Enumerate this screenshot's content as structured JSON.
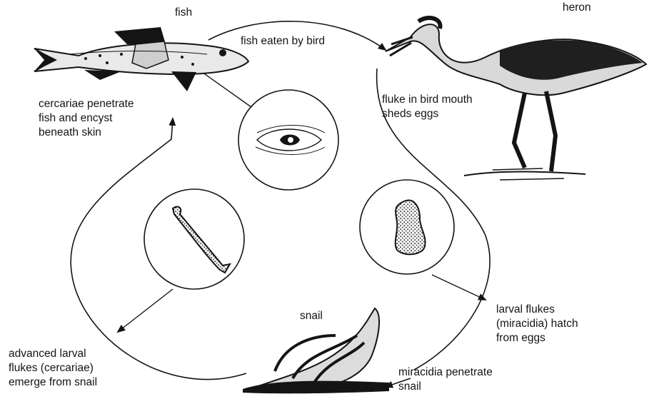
{
  "labels": {
    "fish": "fish",
    "heron": "heron",
    "snail": "snail",
    "fish_eaten": "fish eaten by bird",
    "fluke_mouth": [
      "fluke in bird mouth",
      "sheds eggs"
    ],
    "cercariae_penetrate": [
      "cercariae penetrate",
      "fish and encyst",
      "beneath skin"
    ],
    "larval_hatch": [
      "larval flukes",
      "(miracidia) hatch",
      "from eggs"
    ],
    "advanced_larval": [
      "advanced larval",
      "flukes (cercariae)",
      "emerge from snail"
    ],
    "miracidia_penetrate": [
      "miracidia penetrate",
      "snail"
    ]
  },
  "colors": {
    "ink": "#141414",
    "background": "#ffffff"
  },
  "icons": [
    "fish-illustration",
    "heron-illustration",
    "snail-illustration",
    "encysted-cyst-icon",
    "cercaria-larva-icon",
    "miracidium-larva-icon"
  ]
}
